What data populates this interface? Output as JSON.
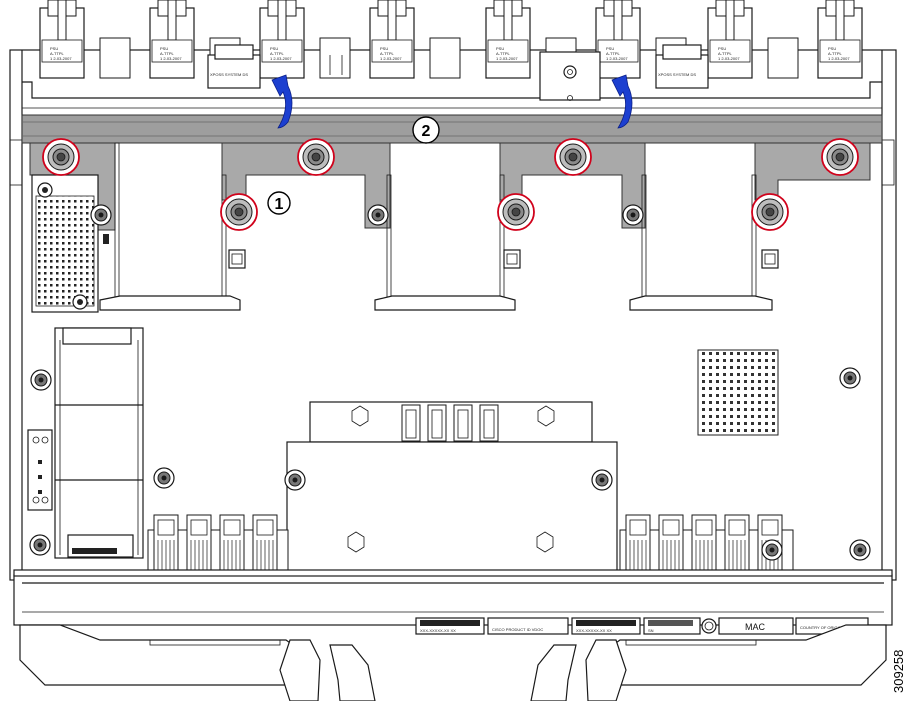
{
  "callouts": [
    {
      "number": "1"
    },
    {
      "number": "2"
    }
  ],
  "labels": {
    "psu_connector": "PSU",
    "connector_detail": "1 2-03-2007",
    "psu_sub": "A-TTPL",
    "cisco_small": "XPOSS SYSTEM DS",
    "label_a": "XXX-XXXXX-XX XX",
    "label_b": "CISCO PRODUCT ID VDOC",
    "label_c": "XXX-XXXXX-XX XX",
    "label_d": "SN",
    "mac": "MAC",
    "country": "COUNTRY OF ORIGIN"
  },
  "figure_id": "309258",
  "colors": {
    "highlight_ring": "#d0021b",
    "arrow": "#1c3fd0",
    "bar": "#a9a9a9"
  }
}
